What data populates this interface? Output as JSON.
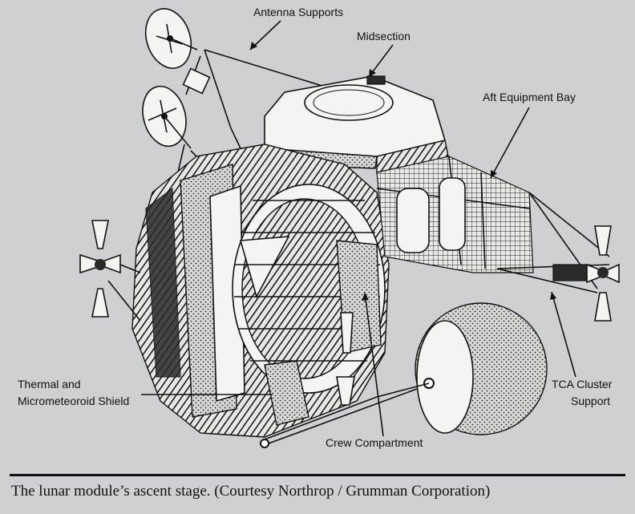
{
  "figure": {
    "labels": {
      "antenna_supports": "Antenna Supports",
      "midsection": "Midsection",
      "aft_equipment_bay": "Aft Equipment Bay",
      "thermal_line1": "Thermal and",
      "thermal_line2": "Micrometeoroid Shield",
      "crew_compartment": "Crew Compartment",
      "tca_line1": "TCA Cluster",
      "tca_line2": "Support"
    }
  },
  "caption": "The lunar module’s ascent stage. (Courtesy Northrop / Grumman Corporation)"
}
